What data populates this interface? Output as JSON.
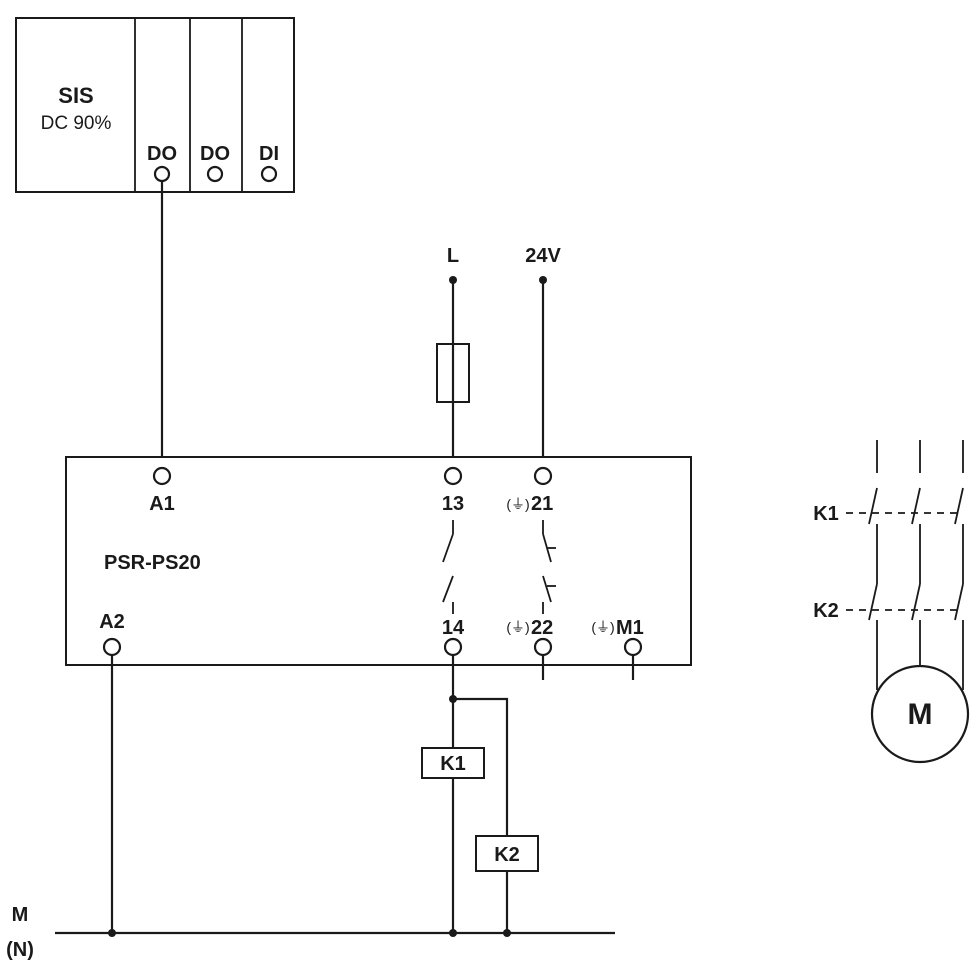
{
  "sis": {
    "title": "SIS",
    "subtitle": "DC 90%",
    "ports": [
      "DO",
      "DO",
      "DI"
    ]
  },
  "supply": {
    "line": "L",
    "dc": "24V"
  },
  "relay": {
    "name": "PSR-PS20",
    "terminals": {
      "a1": "A1",
      "a2": "A2",
      "t13": "13",
      "t14": "14",
      "t21": "21",
      "t22": "22",
      "m1": "M1"
    },
    "marker": "(⏚)"
  },
  "coils": [
    "K1",
    "K2"
  ],
  "motor": {
    "label": "M",
    "contactors": [
      "K1",
      "K2"
    ]
  },
  "ground": {
    "label": "M",
    "sub": "(N)"
  }
}
